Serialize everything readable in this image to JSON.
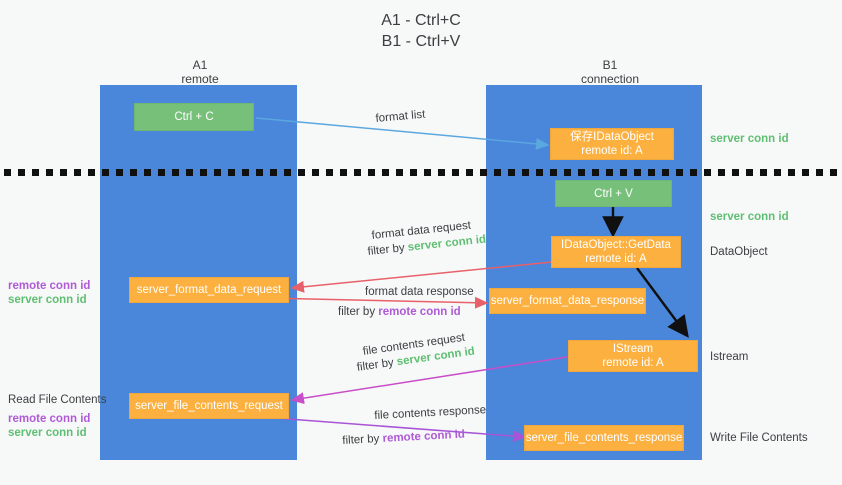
{
  "title": "A1 - Ctrl+C\nB1 - Ctrl+V",
  "columns": [
    {
      "name": "A1",
      "sub": "remote",
      "header": "A1\nremote"
    },
    {
      "name": "B1",
      "sub": "connection",
      "header": "B1\nconnection"
    }
  ],
  "boxes": {
    "ctrl_c": "Ctrl + C",
    "save_idataobject": "保存IDataObject\nremote id: A",
    "ctrl_v": "Ctrl + V",
    "getdata": "IDataObject::GetData\nremote id: A",
    "format_data_request": "server_format_data_request",
    "format_data_response": "server_format_data_response",
    "istream": "IStream\nremote id: A",
    "file_contents_request": "server_file_contents_request",
    "file_contents_response": "server_file_contents_response"
  },
  "right_labels": {
    "server_conn_id_1": "server conn id",
    "server_conn_id_2": "server conn id",
    "dataobject": "DataObject",
    "istream": "Istream",
    "write_file_contents": "Write File Contents"
  },
  "left_labels": {
    "remote_conn_id_1": "remote conn id",
    "server_conn_id_1": "server conn id",
    "read_file_contents": "Read File Contents",
    "remote_conn_id_2": "remote conn id",
    "server_conn_id_2": "server conn id"
  },
  "arrow_labels": {
    "format_list": "format list",
    "format_data_request": "format data request",
    "format_data_request_filter_prefix": "filter by ",
    "format_data_request_filter_key": "server conn id",
    "format_data_response": "format data response",
    "format_data_response_filter_prefix": "filter by ",
    "format_data_response_filter_key": "remote conn id",
    "file_contents_request": "file contents request",
    "file_contents_request_filter_prefix": "filter by ",
    "file_contents_request_filter_key": "server conn id",
    "file_contents_response": "file contents response",
    "file_contents_response_filter_prefix": "filter by ",
    "file_contents_response_filter_key": "remote conn id"
  },
  "colors": {
    "lane": "#4a86da",
    "green_box": "#77c07a",
    "orange_box": "#fbb040",
    "blue_arrow": "#5ba7e0",
    "red_arrow": "#e8616a",
    "magenta_arrow": "#c84fc8",
    "purple_arrow": "#a755d6",
    "black": "#101010",
    "green_text": "#5fbf72",
    "purple_text": "#b05ad6",
    "background": "#f7f8f8"
  }
}
